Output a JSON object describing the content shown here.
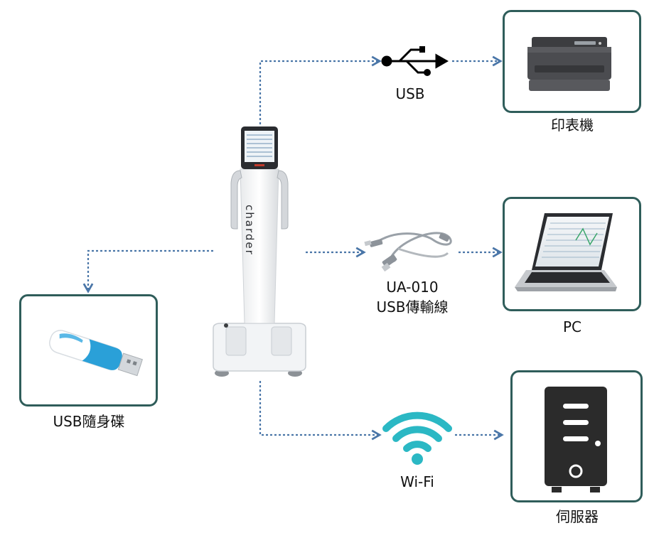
{
  "labels": {
    "usb": "USB",
    "printer": "印表機",
    "cable_model": "UA-010",
    "cable_name": "USB傳輸線",
    "pc": "PC",
    "usb_drive": "USB隨身碟",
    "wifi": "Wi-Fi",
    "server": "伺服器"
  },
  "device": {
    "brand": "charder"
  },
  "colors": {
    "box_border": "#2f5d5a",
    "connector": "#4a76a8",
    "wifi": "#2bb8c4",
    "server": "#2b2b2b"
  }
}
